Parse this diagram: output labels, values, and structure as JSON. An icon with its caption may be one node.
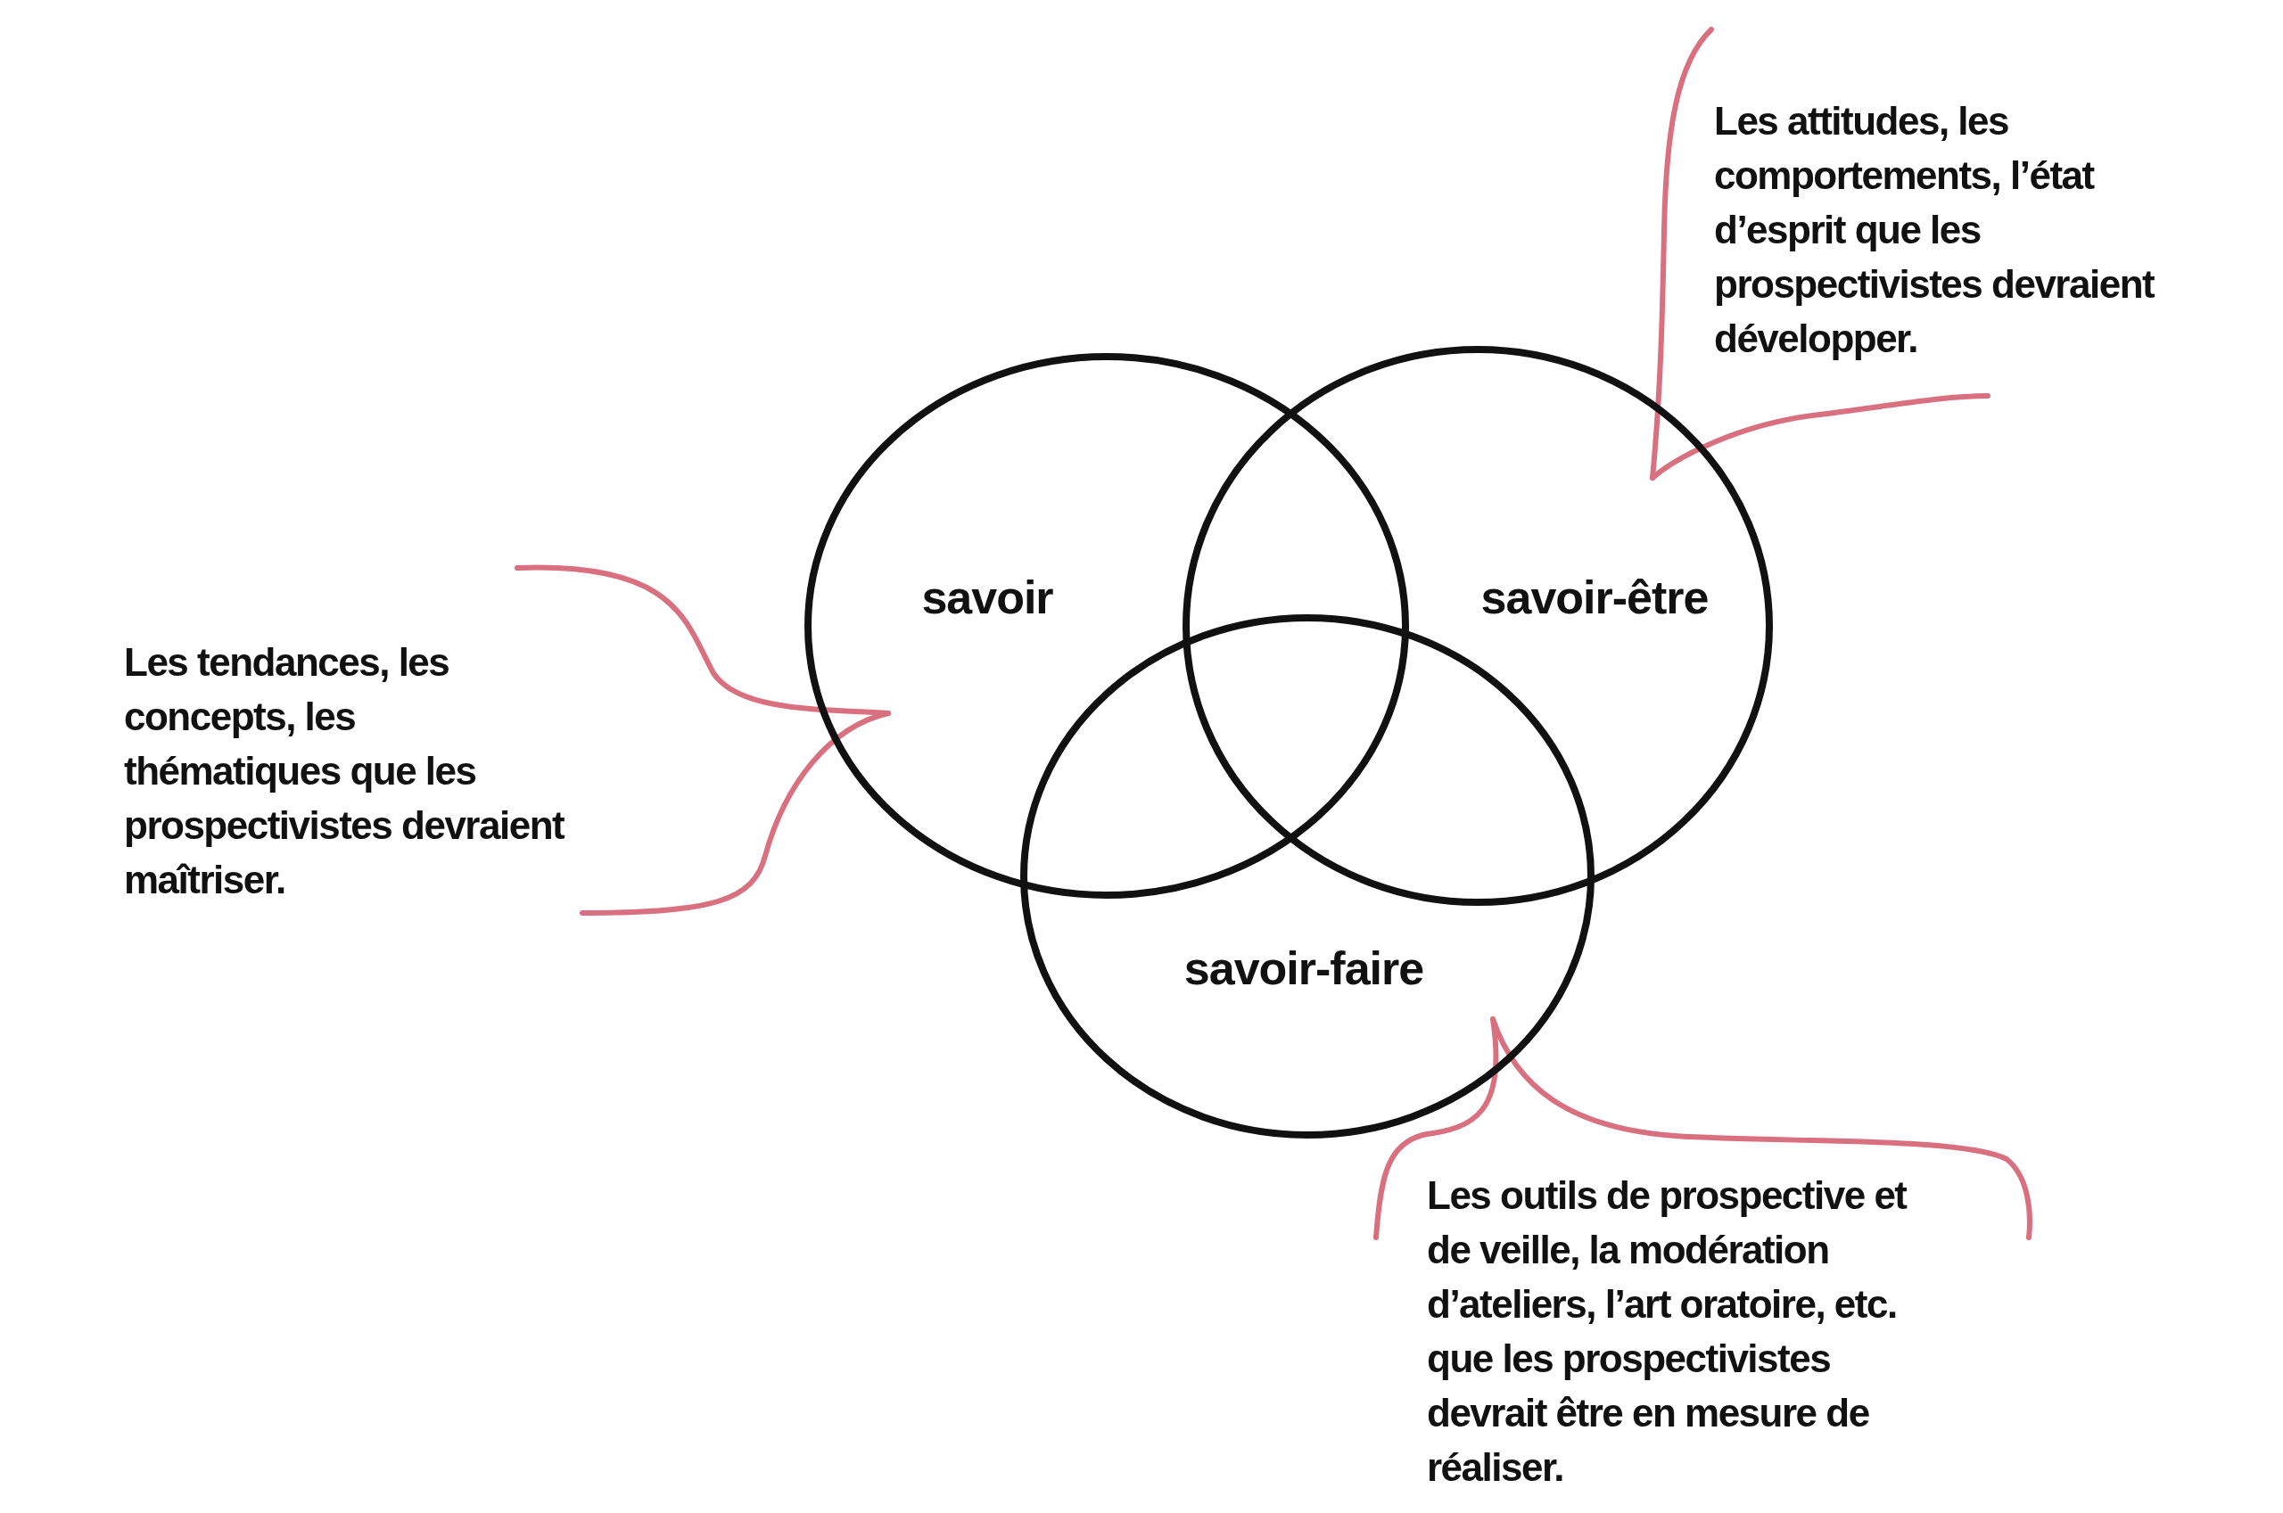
{
  "diagram": {
    "nodes": [
      {
        "text": [
          "savoir"
        ]
      },
      {
        "text": [
          "savoir-être"
        ]
      },
      {
        "text": [
          "savoir-faire"
        ]
      },
      {
        "text": [
          "Les tendances, les concepts, les thématiques que les prospectivistes devraient maîtriser."
        ]
      },
      {
        "text": [
          "Les attitudes, les comportements, l’état d’esprit que les prospectivistes devraient développer."
        ]
      },
      {
        "text": [
          "Les outils de prospective et de veille, la modération d’ateliers, l’art oratoire, etc. que les prospectivistes devrait être en mesure de réaliser."
        ]
      }
    ],
    "edges": [
      {
        "from": 3,
        "to": 0,
        "arrow": "none",
        "color": "#d9707f"
      },
      {
        "from": 4,
        "to": 1,
        "arrow": "none",
        "color": "#d9707f"
      },
      {
        "from": 5,
        "to": 2,
        "arrow": "none",
        "color": "#d9707f"
      }
    ]
  }
}
